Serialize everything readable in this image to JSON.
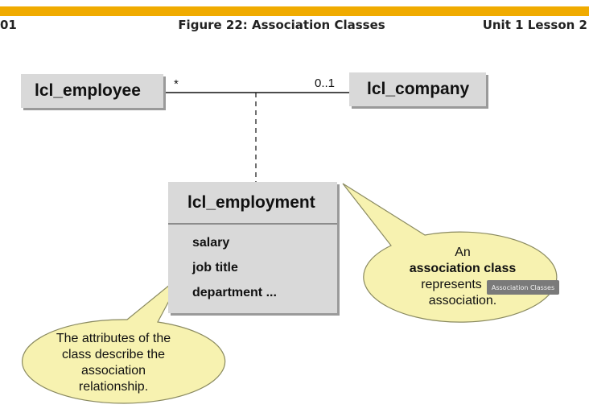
{
  "header": {
    "left": "01",
    "title": "Figure 22: Association Classes",
    "right": "Unit 1 Lesson 2"
  },
  "diagram": {
    "employee": {
      "name": "lcl_employee",
      "multiplicity": "*"
    },
    "company": {
      "name": "lcl_company",
      "multiplicity": "0..1"
    },
    "association_class": {
      "name": "lcl_employment",
      "attributes": [
        "salary",
        "job title",
        "department ..."
      ]
    },
    "callout_right": {
      "line1": "An",
      "line2_bold": "association class",
      "line3": "represents",
      "line4": "association."
    },
    "callout_left": {
      "lines": [
        "The attributes of the",
        "class describe the",
        "association",
        "relationship."
      ]
    }
  },
  "tooltip": {
    "text": "Association Classes"
  },
  "colors": {
    "accent": "#f0ab00",
    "box": "#d9d9d9",
    "callout": "#f7f2b0"
  }
}
